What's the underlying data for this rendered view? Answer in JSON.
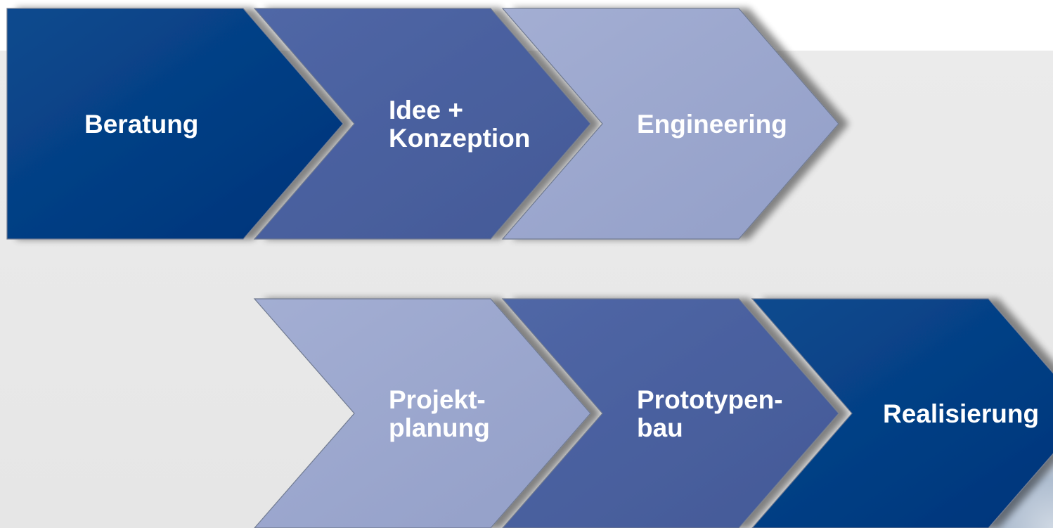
{
  "colors": {
    "dark": "#003a80",
    "medium": "#4a61a0",
    "light": "#9aa5cd",
    "background": "#e9e9e9"
  },
  "rows": [
    {
      "steps": [
        {
          "lines": [
            "Beratung"
          ],
          "color": "dark"
        },
        {
          "lines": [
            "Idee +",
            "Konzeption"
          ],
          "color": "medium"
        },
        {
          "lines": [
            "Engineering"
          ],
          "color": "light"
        }
      ]
    },
    {
      "steps": [
        {
          "lines": [
            "Projekt-",
            "planung"
          ],
          "color": "light"
        },
        {
          "lines": [
            "Prototypen-",
            "bau"
          ],
          "color": "medium"
        },
        {
          "lines": [
            "Realisierung"
          ],
          "color": "dark"
        }
      ]
    }
  ]
}
